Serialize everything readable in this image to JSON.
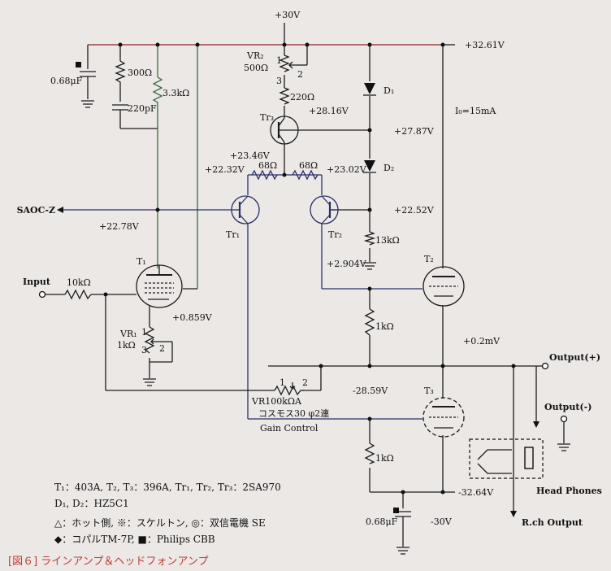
{
  "supply": {
    "plus30": "+30V",
    "plus32_61": "+32.61V",
    "minus30": "-30V",
    "minus32_64": "-32.64V",
    "minus28_59": "-28.59V"
  },
  "nodes": {
    "v28_16": "+28.16V",
    "v27_87": "+27.87V",
    "v23_46": "+23.46V",
    "v22_32": "+22.32V",
    "v23_02": "+23.02V",
    "v22_52": "+22.52V",
    "v22_78": "+22.78V",
    "v2_904": "+2.904V",
    "v0_859": "+0.859V",
    "v0_2mv": "+0.2mV",
    "i0": "I₀=15mA"
  },
  "components": {
    "c068_top": "0.68μF",
    "r300": "300Ω",
    "c220p": "220pF",
    "r3k3": "3.3kΩ",
    "vr2": "VR₂",
    "vr2_val": "500Ω",
    "r220": "220Ω",
    "tr3": "Tr₃",
    "r68a": "68Ω",
    "r68b": "68Ω",
    "tr1": "Tr₁",
    "tr2": "Tr₂",
    "d1": "D₁",
    "d2": "D₂",
    "r13k": "13kΩ",
    "t1": "T₁",
    "t2": "T₂",
    "t3": "T₃",
    "r10k": "10kΩ",
    "vr1": "VR₁",
    "vr1_val": "1kΩ",
    "r1k_mid": "1kΩ",
    "r1k_low": "1kΩ",
    "vr100k": "VR100kΩA",
    "vr100k_sub": "コスモス30 φ2連",
    "gain": "Gain Control",
    "c068_bot": "0.68μF",
    "pin1": "1",
    "pin2": "2",
    "pin3": "3"
  },
  "ports": {
    "input": "Input",
    "saocz": "SAOC-Z",
    "out_plus": "Output(+)",
    "out_minus": "Output(-)",
    "headphones": "Head Phones",
    "rch_out": "R.ch Output"
  },
  "legend": {
    "line1": "T₁：403A, T₂, T₃：396A, Tr₁, Tr₂, Tr₃：2SA970",
    "line2": "D₁, D₂：HZ5C1",
    "line3": "△：ホット側, ※：スケルトン, ◎：双信電機 SE",
    "line4": "◆：コパルTM-7P, ■：Philips CBB"
  },
  "caption": "[図６] ラインアンプ＆ヘッドフォンアンプ"
}
